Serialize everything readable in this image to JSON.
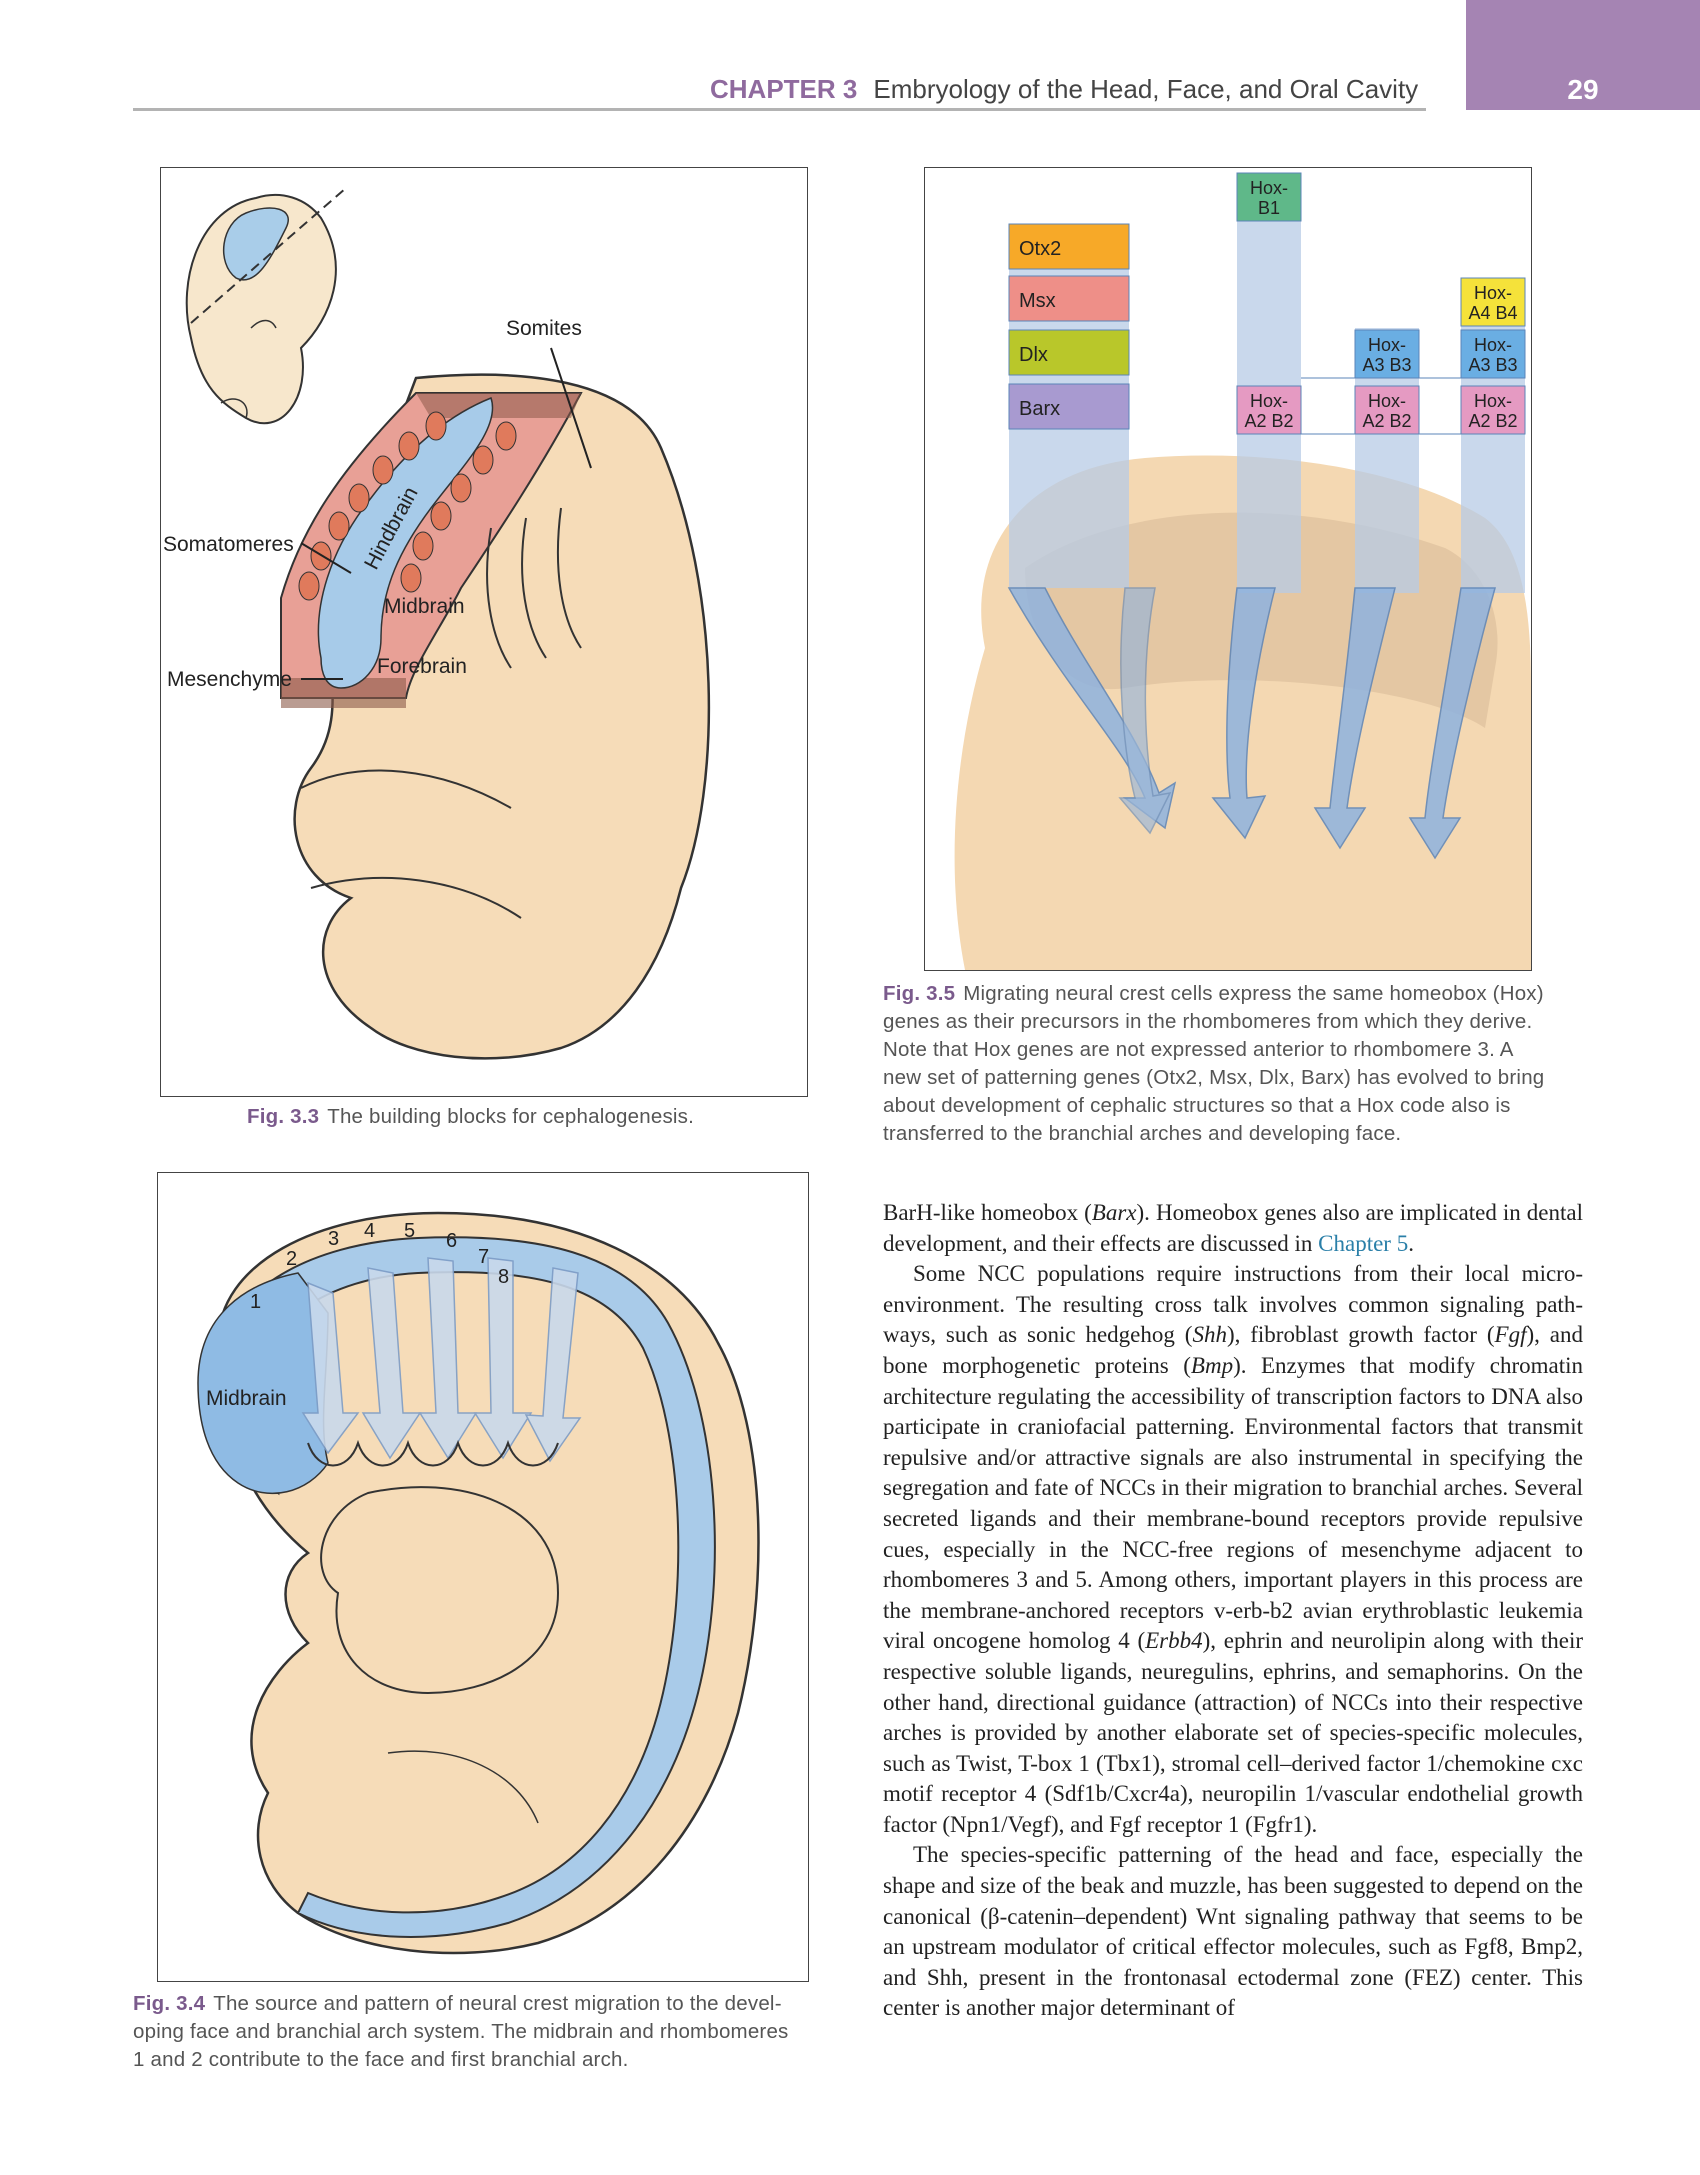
{
  "header": {
    "chapter": "CHAPTER 3",
    "title": "Embryology of the Head, Face, and Oral Cavity",
    "page_number": "29"
  },
  "fig33": {
    "labels": {
      "somites": "Somites",
      "somatomeres": "Somatomeres",
      "hindbrain": "Hindbrain",
      "midbrain": "Midbrain",
      "forebrain": "Forebrain",
      "mesenchyme": "Mesenchyme"
    },
    "caption_num": "Fig. 3.3",
    "caption_text": "The building blocks for cephalogenesis."
  },
  "fig35": {
    "genes": {
      "otx2": "Otx2",
      "msx": "Msx",
      "dlx": "Dlx",
      "barx": "Barx",
      "hoxb1_a": "Hox-",
      "hoxb1_b": "B1",
      "hoxa4b4_a": "Hox-",
      "hoxa4b4_b": "A4 B4",
      "hoxa3b3_a": "Hox-",
      "hoxa3b3_b": "A3 B3",
      "hoxa2b2_a": "Hox-",
      "hoxa2b2_b": "A2 B2"
    },
    "caption_num": "Fig. 3.5",
    "caption_lines": [
      "Migrating neural crest cells express the same homeobox (Hox)",
      "genes as their precursors in the rhombomeres from which they derive.",
      "Note that Hox genes are not expressed anterior to rhombomere 3. A",
      "new set of patterning genes (Otx2, Msx, Dlx, Barx) has evolved to bring",
      "about development of cephalic structures so that a Hox code also is",
      "transferred to the branchial arches and developing face."
    ]
  },
  "fig34": {
    "numbers": [
      "1",
      "2",
      "3",
      "4",
      "5",
      "6",
      "7",
      "8"
    ],
    "midbrain": "Midbrain",
    "caption_num": "Fig. 3.4",
    "caption_lines": [
      "The source and pattern of neural crest migration to the devel-",
      "oping face and branchial arch system. The midbrain and rhombomeres",
      "1 and 2 contribute to the face and first branchial arch."
    ]
  },
  "body": {
    "p1_a": "BarH-like homeobox (",
    "p1_i": "Barx",
    "p1_b": "). Homeobox genes also are implicated in dental development, and their effects are discussed in ",
    "p1_link": "Chapter 5",
    "p1_c": ".",
    "p2_a": "Some NCC populations require instructions from their local micro­environment. The resulting cross talk involves common signaling path­ways, such as sonic hedgehog (",
    "p2_i1": "Shh",
    "p2_b": "), fibroblast growth factor (",
    "p2_i2": "Fgf",
    "p2_c": "), and bone morphogenetic proteins (",
    "p2_i3": "Bmp",
    "p2_d": "). Enzymes that modify chroma­tin architecture regulating the accessibility of transcription factors to DNA also participate in craniofacial patterning. Environmental factors that transmit repulsive and/or attractive signals are also instrumental in specifying the segregation and fate of NCCs in their migration to branchial arches. Several secreted ligands and their membrane-bound receptors provide repulsive cues, especially in the NCC-free regions of mesenchyme adjacent to rhombomeres 3 and 5. Among others, important players in this process are the membrane-anchored recep­tors v-erb-b2 avian erythroblastic leukemia viral oncogene homolog 4 (",
    "p2_i4": "Erbb4",
    "p2_e": "), ephrin and neurolipin along with their respective soluble ligands, neuregulins, ephrins, and semaphorins. On the other hand, directional guidance (attraction) of NCCs into their respective arches is provided by another elaborate set of species-specific molecules, such as Twist, T-box 1 (Tbx1), stromal cell–derived factor 1/chemokine cxc motif receptor 4 (Sdf1b/Cxcr4a), neuropilin 1/vascular endothelial growth factor (Npn1/Vegf), and Fgf receptor 1 (Fgfr1).",
    "p3": "The species-specific patterning of the head and face, especially the shape and size of the beak and muzzle, has been suggested to depend on the canonical (β-catenin–dependent) Wnt signaling pathway that seems to be an upstream modulator of critical effector molecules, such as Fgf8, Bmp2, and Shh, present in the frontonasal ectoder­mal zone (FEZ) center. This center is another major determinant of"
  }
}
